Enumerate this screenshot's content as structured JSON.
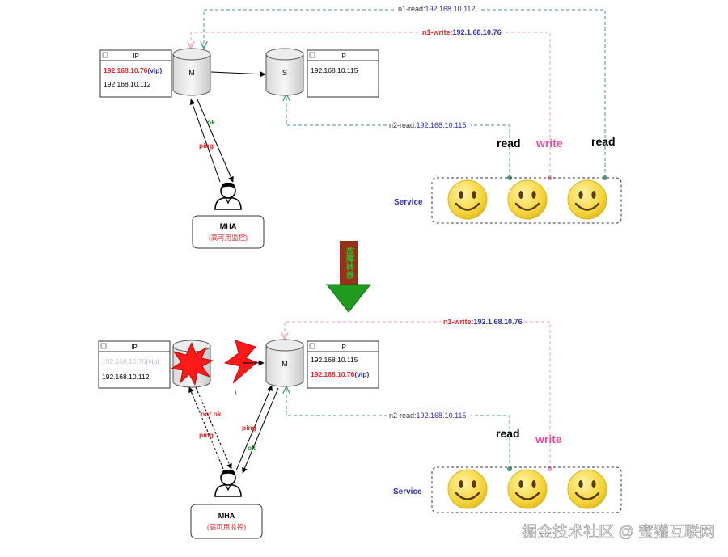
{
  "colors": {
    "red": "#e8232a",
    "blue": "#2b2fa8",
    "pink": "#e0509a",
    "green": "#1e8a1e",
    "dashed_gray": "#6b8a7a",
    "pink_line": "#f0a0a8",
    "smiley": "#f5d53a",
    "arrow_green": "#1f9a1f"
  },
  "top": {
    "n1_read": {
      "prefix": "n1-read:",
      "ip": "192.168.10.112"
    },
    "n1_write": {
      "prefix": "n1-write:",
      "ip": "192.1.68.10.76"
    },
    "n2_read": {
      "prefix": "n2-read:",
      "ip": "192.168.10.115"
    },
    "ip_table_left": {
      "header": "IP",
      "row1_ip": "192.168.10.76",
      "row1_tag": "(vip)",
      "row2": "192.168.10.112"
    },
    "ip_table_right": {
      "header": "IP",
      "row1": "192.168.10.115"
    },
    "master_label": "M",
    "slave_label": "S",
    "ok_label": "ok",
    "ping_label": "ping",
    "mha_title": "MHA",
    "mha_sub": "(高可用监控)",
    "read_label_1": "read",
    "write_label": "write",
    "read_label_2": "read",
    "service_label": "Service"
  },
  "transition": {
    "text": "故障转移"
  },
  "bottom": {
    "n1_write": {
      "prefix": "n1-write:",
      "ip": "192.1.68.10.76"
    },
    "n2_read": {
      "prefix": "n2-read:",
      "ip": "192.168.10.115"
    },
    "ip_table_left": {
      "header": "IP",
      "row1_ip": "192.168.10.76",
      "row1_tag": "(vip)",
      "row2": "192.168.10.112"
    },
    "ip_table_right": {
      "header": "IP",
      "row1": "192.168.10.115",
      "row2_ip": "192.168.10.76",
      "row2_tag": "(vip)"
    },
    "master_label": "M",
    "not_ok_label": "not ok",
    "ping_label_left": "ping",
    "ping_label_right": "ping",
    "ok_label": "ok",
    "backslash": "\\",
    "mha_title": "MHA",
    "mha_sub": "(高可用监控)",
    "read_label": "read",
    "write_label": "write",
    "service_label": "Service"
  },
  "watermark": "掘金技术社区 @ 蜜獾互联网"
}
